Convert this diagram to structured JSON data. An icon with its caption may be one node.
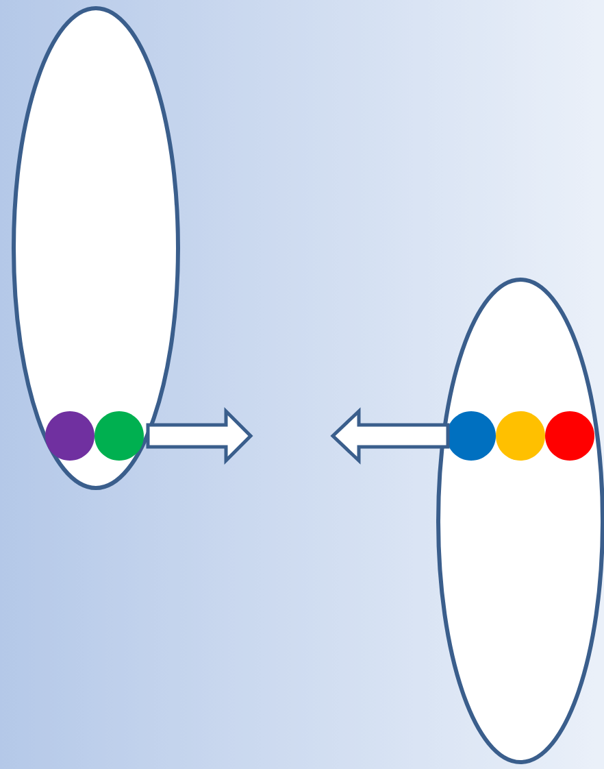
{
  "diagram": {
    "nodes": [
      {
        "text": [],
        "shape": "ellipse"
      },
      {
        "text": [],
        "shape": "circle",
        "in": 0
      },
      {
        "text": [],
        "shape": "circle",
        "in": 0
      },
      {
        "text": [],
        "shape": "ellipse"
      },
      {
        "text": [],
        "shape": "circle",
        "in": 3
      },
      {
        "text": [],
        "shape": "circle",
        "in": 3
      },
      {
        "text": [],
        "shape": "circle",
        "in": 3
      }
    ],
    "edges": [
      {
        "from": 0,
        "to": null,
        "arrow": "to"
      },
      {
        "from": 3,
        "to": null,
        "arrow": "to"
      }
    ]
  }
}
